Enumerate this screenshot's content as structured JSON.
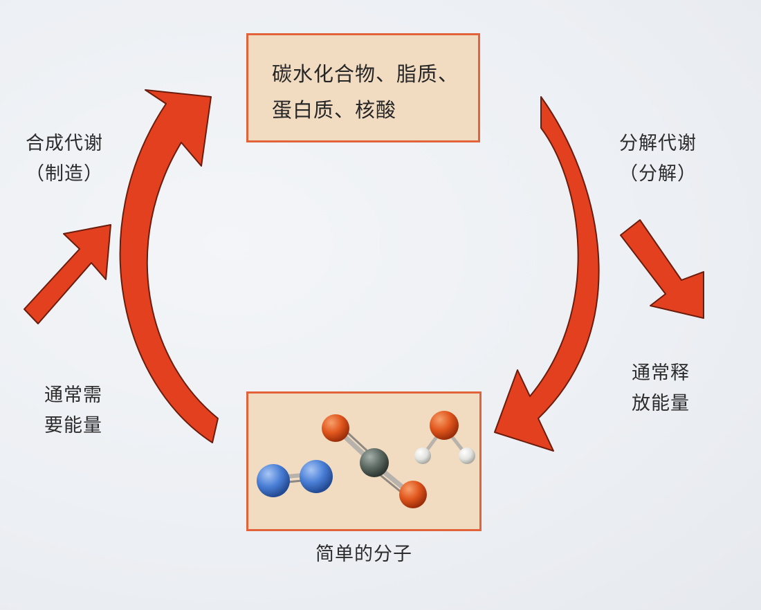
{
  "top_box": {
    "line1": "碳水化合物、脂质、",
    "line2": "蛋白质、核酸"
  },
  "left_label": {
    "title": "合成代谢",
    "sub": "（制造）"
  },
  "right_label": {
    "title": "分解代谢",
    "sub": "（分解）"
  },
  "left_energy": {
    "line1": "通常需",
    "line2": "要能量"
  },
  "right_energy": {
    "line1": "通常释",
    "line2": "放能量"
  },
  "bottom_label": "简单的分子",
  "colors": {
    "arrow": "#e2401f",
    "box_border": "#e2623a",
    "box_fill": "#f1dbc1",
    "atom_blue": "#4a7fd6",
    "atom_orange": "#e0561d",
    "atom_gray": "#5d6a63",
    "atom_white": "#ececea"
  },
  "icons": [
    "molecule-n2-icon",
    "molecule-co2-icon",
    "molecule-h2o-icon"
  ]
}
